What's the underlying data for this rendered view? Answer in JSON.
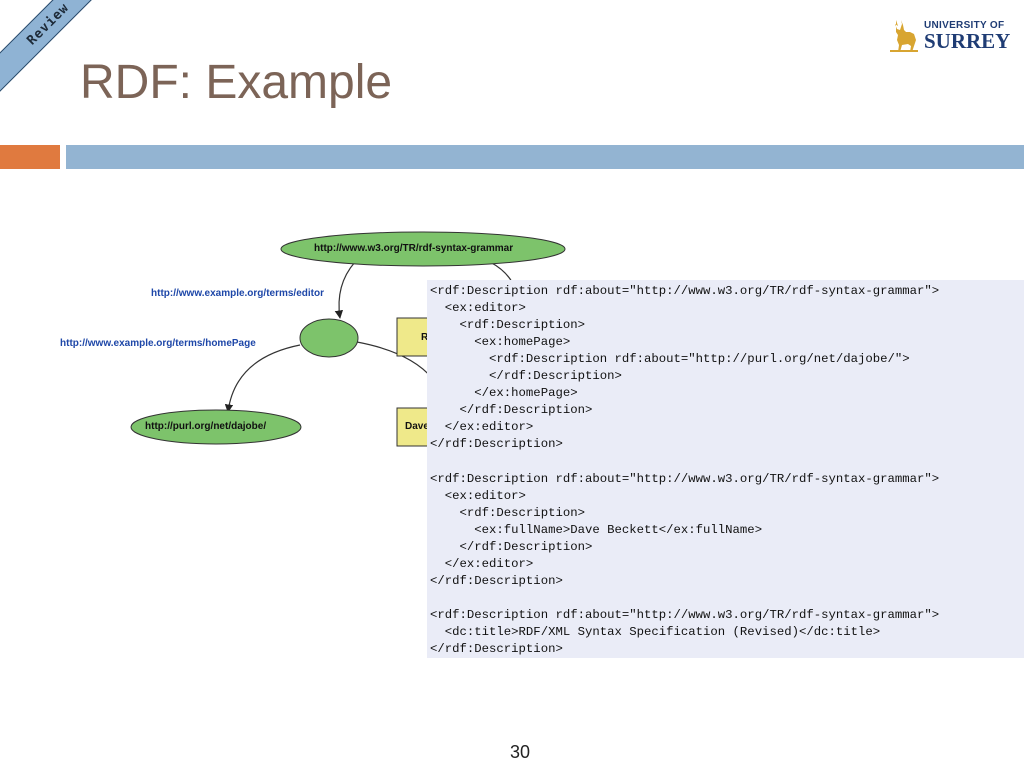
{
  "badge": "Review",
  "title": "RDF: Example",
  "logo": {
    "line1": "UNIVERSITY OF",
    "line2": "SURREY"
  },
  "graph": {
    "root_node": "http://www.w3.org/TR/rdf-syntax-grammar",
    "editor_edge": "http://www.example.org/terms/editor",
    "homepage_edge": "http://www.example.org/terms/homePage",
    "homepage_node": "http://purl.org/net/dajobe/",
    "literal_title_partial": "R",
    "literal_name_partial": "Dave"
  },
  "code_lines": [
    "<rdf:Description rdf:about=\"http://www.w3.org/TR/rdf-syntax-grammar\">",
    "  <ex:editor>",
    "    <rdf:Description>",
    "      <ex:homePage>",
    "        <rdf:Description rdf:about=\"http://purl.org/net/dajobe/\">",
    "        </rdf:Description>",
    "      </ex:homePage>",
    "    </rdf:Description>",
    "  </ex:editor>",
    "</rdf:Description>",
    "",
    "<rdf:Description rdf:about=\"http://www.w3.org/TR/rdf-syntax-grammar\">",
    "  <ex:editor>",
    "    <rdf:Description>",
    "      <ex:fullName>Dave Beckett</ex:fullName>",
    "    </rdf:Description>",
    "  </ex:editor>",
    "</rdf:Description>",
    "",
    "<rdf:Description rdf:about=\"http://www.w3.org/TR/rdf-syntax-grammar\">",
    "  <dc:title>RDF/XML Syntax Specification (Revised)</dc:title>",
    "</rdf:Description>"
  ],
  "page_number": "30",
  "colors": {
    "title": "#7c6457",
    "accent_orange": "#e07a3f",
    "accent_blue": "#93b4d2",
    "node_fill": "#7dc36b",
    "literal_fill": "#efe98a",
    "edge_label": "#1e47a8",
    "code_bg": "#eaecf7"
  }
}
